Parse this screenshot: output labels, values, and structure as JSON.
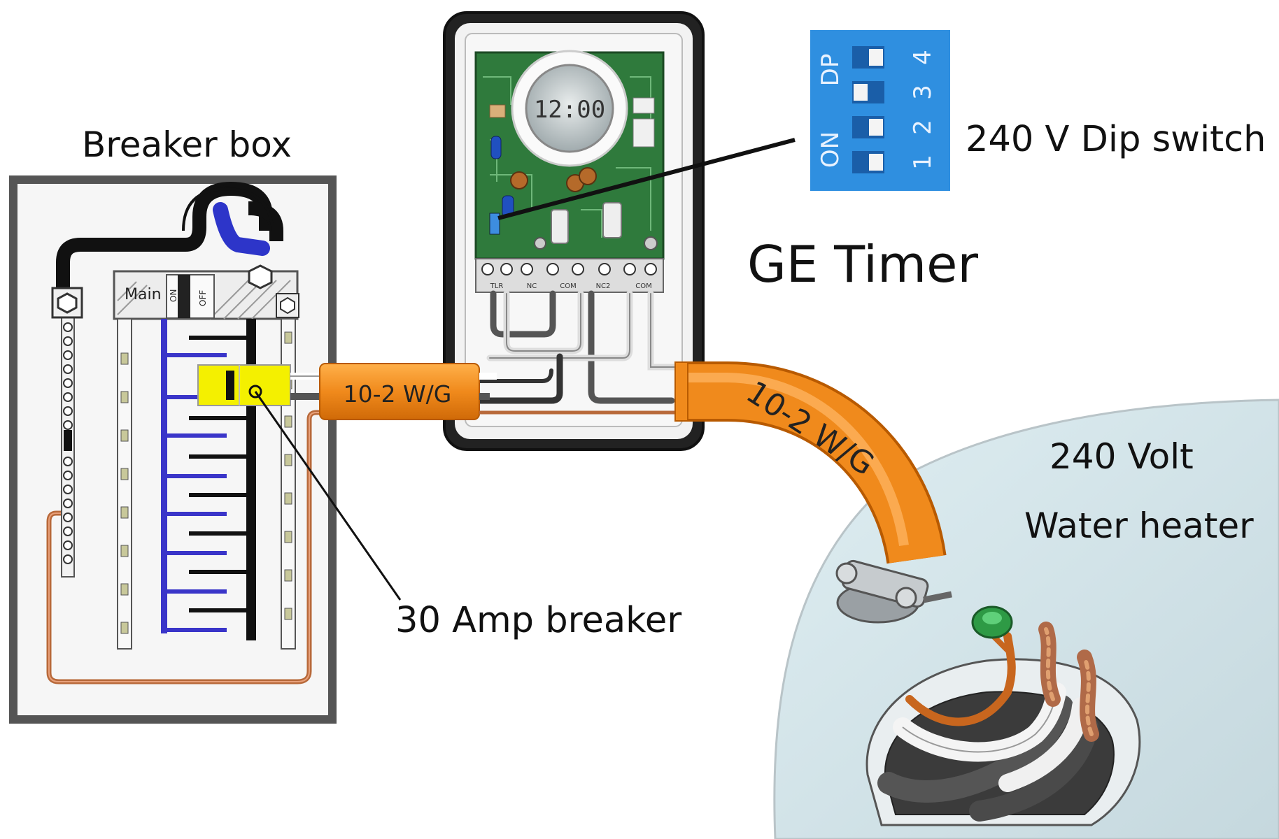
{
  "labels": {
    "breaker_box": "Breaker box",
    "dip_switch": "240 V Dip switch",
    "ge_timer": "GE Timer",
    "volt": "240 Volt",
    "water_heater": "Water heater",
    "amp_breaker": "30 Amp breaker"
  },
  "panel": {
    "main_label": "Main",
    "on_label": "ON",
    "off_label": "OFF"
  },
  "cables": {
    "cable_1": "10-2 W/G",
    "cable_2": "10-2 W/G"
  },
  "timer": {
    "clock_display": "12:00",
    "terminal_labels": [
      "TLR",
      "NC",
      "COM",
      "NC2",
      "COM"
    ]
  },
  "dip_switch": {
    "dp_label": "DP",
    "on_label": "ON",
    "numbers": [
      "4",
      "3",
      "2",
      "1"
    ]
  },
  "colors": {
    "cable_orange": "#f08a1c",
    "breaker_yellow": "#f4f000",
    "dip_blue": "#2f8fe0",
    "circuit_green": "#2f7a3c",
    "tank_blue": "#d4e4ea",
    "bus_blue": "#3a35c9"
  }
}
